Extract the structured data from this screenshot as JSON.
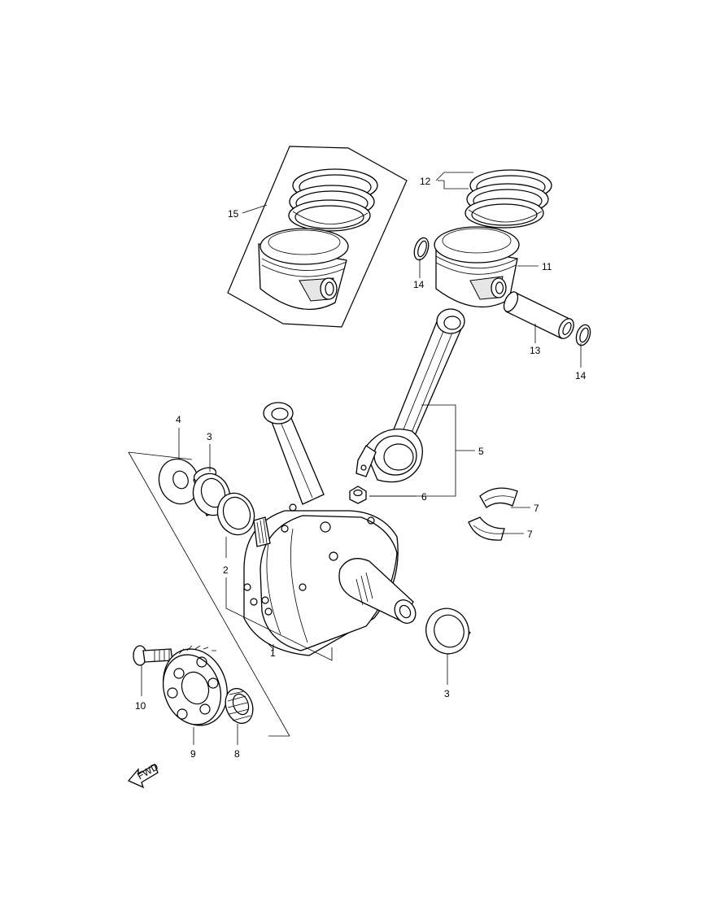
{
  "callouts": [
    {
      "id": "c1",
      "text": "1"
    },
    {
      "id": "c2",
      "text": "2"
    },
    {
      "id": "c3a",
      "text": "3"
    },
    {
      "id": "c3b",
      "text": "3"
    },
    {
      "id": "c4",
      "text": "4"
    },
    {
      "id": "c5",
      "text": "5"
    },
    {
      "id": "c6",
      "text": "6"
    },
    {
      "id": "c7a",
      "text": "7"
    },
    {
      "id": "c7b",
      "text": "7"
    },
    {
      "id": "c8",
      "text": "8"
    },
    {
      "id": "c9",
      "text": "9"
    },
    {
      "id": "c10",
      "text": "10"
    },
    {
      "id": "c11",
      "text": "11"
    },
    {
      "id": "c12",
      "text": "12"
    },
    {
      "id": "c13",
      "text": "13"
    },
    {
      "id": "c14a",
      "text": "14"
    },
    {
      "id": "c14b",
      "text": "14"
    },
    {
      "id": "c15",
      "text": "15"
    }
  ],
  "direction_marker": {
    "text": "FWD",
    "icon": "forward-arrow-icon"
  }
}
